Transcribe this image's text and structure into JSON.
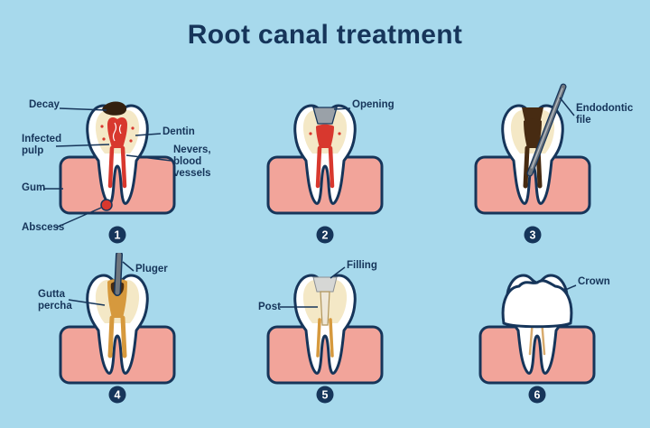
{
  "title": "Root canal treatment",
  "colors": {
    "background": "#a7d9ec",
    "outline_navy": "#16355a",
    "gum_pink": "#f2a49a",
    "tooth_white": "#ffffff",
    "dentin_beige": "#f4e8c6",
    "pulp_red": "#d8382e",
    "gutta_amber": "#d6993d",
    "instrument_gray": "#6f767e",
    "filling_gray": "#d6d7d5"
  },
  "panels": [
    {
      "number": "1",
      "labels": {
        "decay": "Decay",
        "dentin": "Dentin",
        "infected_pulp": "Infected\npulp",
        "nerves": "Nevers,\nblood\nvessels",
        "gum": "Gum",
        "abscess": "Abscess"
      }
    },
    {
      "number": "2",
      "labels": {
        "opening": "Opening"
      }
    },
    {
      "number": "3",
      "labels": {
        "endodontic_file": "Endodontic\nfile"
      }
    },
    {
      "number": "4",
      "labels": {
        "pluger": "Pluger",
        "gutta_percha": "Gutta\npercha"
      }
    },
    {
      "number": "5",
      "labels": {
        "filling": "Filling",
        "post": "Post"
      }
    },
    {
      "number": "6",
      "labels": {
        "crown": "Crown"
      }
    }
  ]
}
